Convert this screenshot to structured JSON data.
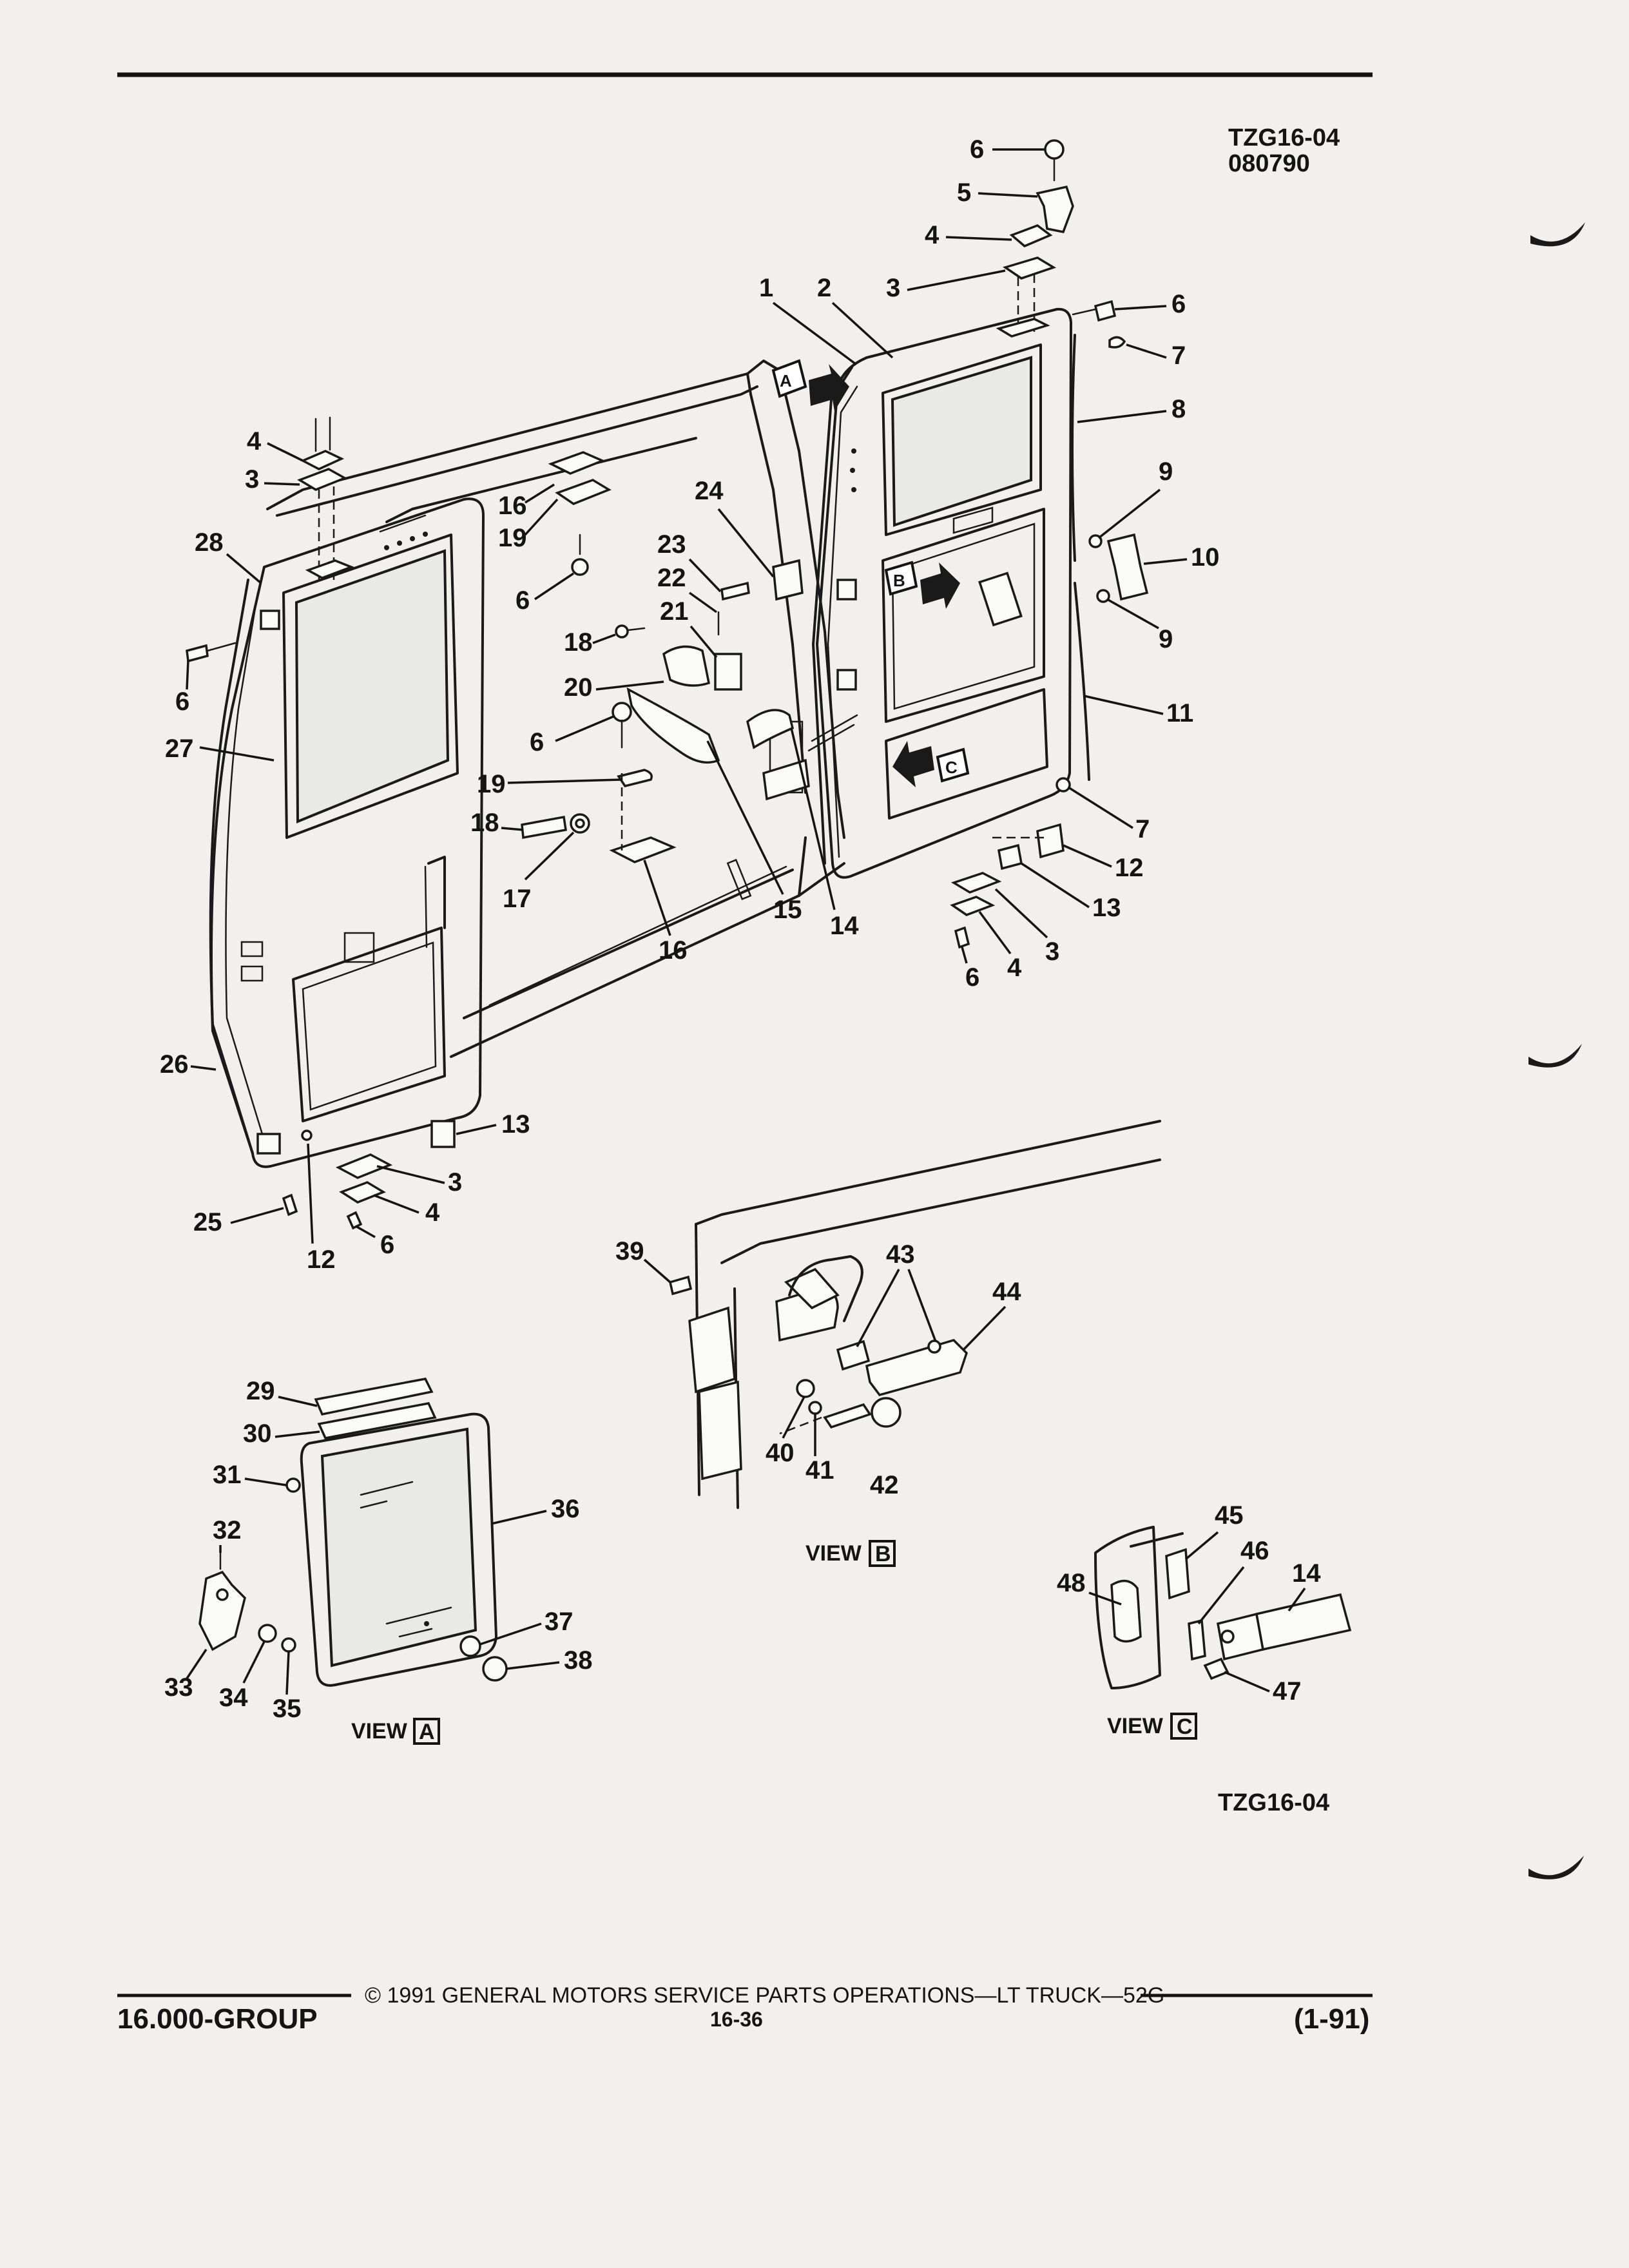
{
  "header": {
    "code": "TZG16-04",
    "date_code": "080790"
  },
  "footer_code": "TZG16-04",
  "views": {
    "a": "VIEW",
    "a_letter": "A",
    "b": "VIEW",
    "b_letter": "B",
    "c": "VIEW",
    "c_letter": "C"
  },
  "callouts": {
    "left": [
      "4",
      "3",
      "28",
      "6",
      "27",
      "16",
      "19",
      "6",
      "24",
      "23",
      "22",
      "21",
      "18",
      "20",
      "6",
      "19",
      "18",
      "17",
      "16",
      "15",
      "14",
      "26",
      "13",
      "3",
      "4",
      "25",
      "12",
      "6"
    ],
    "right": [
      "6",
      "5",
      "4",
      "3",
      "1",
      "2",
      "6",
      "7",
      "8",
      "9",
      "10",
      "9",
      "11",
      "7",
      "12",
      "13",
      "3",
      "4",
      "6"
    ],
    "view_b": [
      "39",
      "43",
      "44",
      "40",
      "41",
      "42"
    ],
    "view_a": [
      "29",
      "30",
      "31",
      "36",
      "32",
      "37",
      "38",
      "33",
      "34",
      "35"
    ],
    "view_c": [
      "45",
      "46",
      "14",
      "48",
      "47"
    ]
  },
  "footer": {
    "group": "16.000-GROUP",
    "copyright": "© 1991 GENERAL MOTORS SERVICE PARTS OPERATIONS—LT TRUCK—52G",
    "page": "16-36",
    "revision": "(1-91)"
  }
}
